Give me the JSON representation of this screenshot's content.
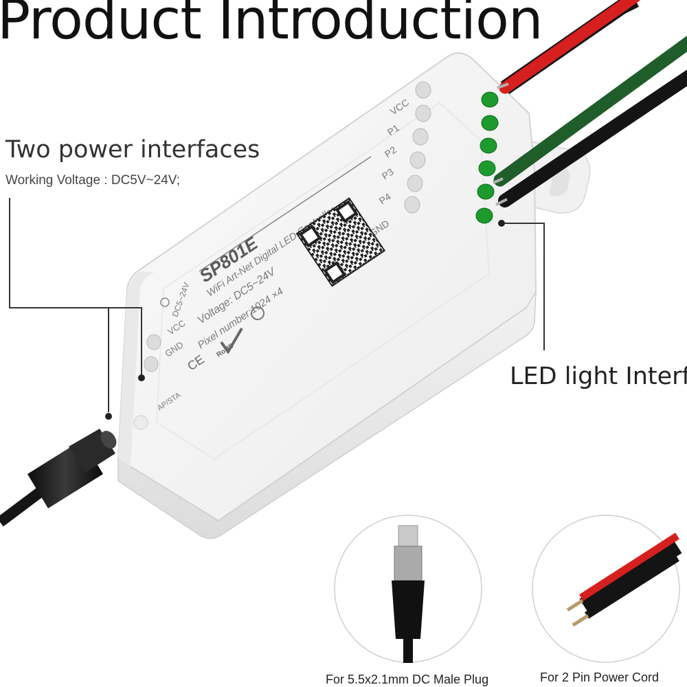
{
  "title": "Product Introduction",
  "callouts": {
    "power_heading": "Two power interfaces",
    "power_detail": "Working Voltage : DC5V~24V;",
    "led_interface": "LED light Interfa"
  },
  "device": {
    "model": "SP801E",
    "subtitle": "WiFi Art-Net Digital LED Controller",
    "voltage": "Voltage: DC5~24V",
    "pixel": "Pixel number:1024 ×4",
    "port_labels": [
      "VCC",
      "P1",
      "P2",
      "P3",
      "P4",
      "GND"
    ],
    "power_labels": [
      "VCC",
      "GND"
    ],
    "dc_label": "DC5~24V",
    "button_label": "AP/STA",
    "rohs": "RoHS",
    "ce": "CE"
  },
  "accessories": [
    {
      "caption": "For 5.5x2.1mm DC Male Plug"
    },
    {
      "caption": "For 2 Pin Power Cord"
    }
  ],
  "colors": {
    "wire_red": "#d61f1f",
    "wire_green": "#1f5e2a",
    "wire_black": "#141414",
    "terminal_green": "#1c9a2e",
    "housing": "#f4f4f4"
  }
}
